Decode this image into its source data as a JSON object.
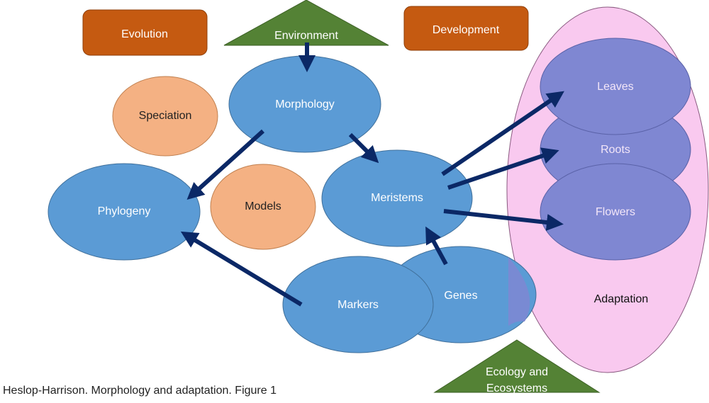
{
  "labels": {
    "evolution": "Evolution",
    "environment": "Environment",
    "development": "Development",
    "speciation": "Speciation",
    "morphology": "Morphology",
    "phylogeny": "Phylogeny",
    "models": "Models",
    "meristems": "Meristems",
    "markers": "Markers",
    "genes": "Genes",
    "leaves": "Leaves",
    "roots": "Roots",
    "flowers": "Flowers",
    "adaptation": "Adaptation",
    "ecology_line1": "Ecology and",
    "ecology_line2": "Ecosystems"
  },
  "caption": "Heslop-Harrison. Morphology and adaptation. Figure 1",
  "colors": {
    "blue_node": "#5b9bd5",
    "blue_stroke": "#41719c",
    "orange_box": "#c55a11",
    "peach_node": "#f4b183",
    "green_triangle": "#548235",
    "adaptation_fill": "#f9c9ef",
    "organ_fill": "#7f87d2",
    "arrow": "#0b2866"
  }
}
